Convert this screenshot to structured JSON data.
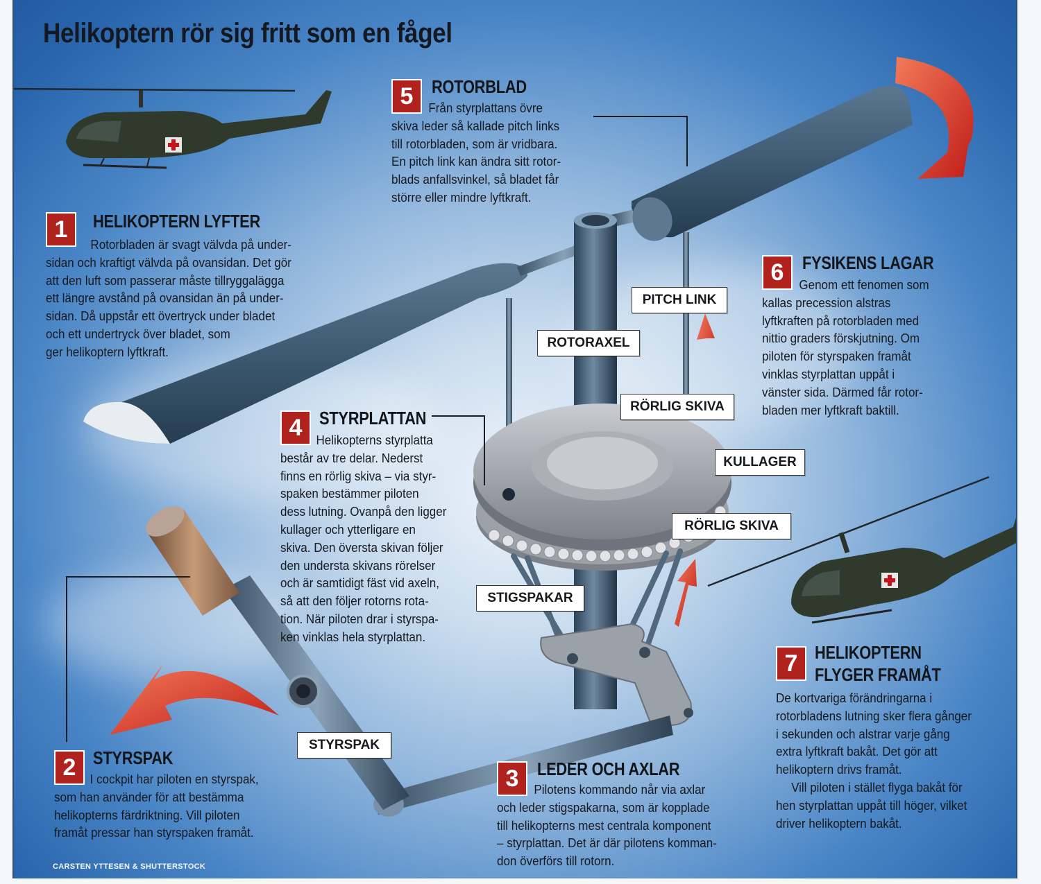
{
  "title": "Helikoptern rör sig fritt som en fågel",
  "sections": [
    {
      "number": "1",
      "title": "HELIKOPTERN LYFTER",
      "lines": [
        "Rotorbladen är svagt välvda på under-",
        "sidan och kraftigt välvda på ovansidan. Det gör",
        "att den luft som passerar måste tillryggalägga",
        "ett längre avstånd på ovansidan än på under-",
        "sidan. Då uppstår ett övertryck under bladet",
        "och ett undertryck över bladet, som",
        "ger helikoptern lyftkraft."
      ]
    },
    {
      "number": "2",
      "title": "STYRSPAK",
      "lines": [
        "I cockpit har piloten en styrspak,",
        "som han använder för att bestämma",
        "helikopterns färdriktning. Vill piloten",
        "framåt pressar han styrspaken framåt."
      ]
    },
    {
      "number": "3",
      "title": "LEDER OCH AXLAR",
      "lines": [
        "Pilotens kommando når via axlar",
        "och leder stigspakarna, som är kopplade",
        "till helikopterns mest centrala komponent",
        "– styrplattan. Det är där pilotens komman-",
        "don överförs till rotorn."
      ]
    },
    {
      "number": "4",
      "title": "STYRPLATTAN",
      "lines": [
        "Helikopterns styrplatta",
        "består av tre delar. Nederst",
        "finns en rörlig skiva – via styr-",
        "spaken bestämmer piloten",
        "dess lutning. Ovanpå den ligger",
        "kullager och ytterligare en",
        "skiva. Den översta skivan följer",
        "den understa skivans rörelser",
        "och är samtidigt fäst vid axeln,",
        "så att den följer rotorns rota-",
        "tion. När piloten drar i styrspa-",
        "ken vinklas hela styrplattan."
      ]
    },
    {
      "number": "5",
      "title": "ROTORBLAD",
      "lines": [
        "Från styrplattans övre",
        "skiva leder så kallade pitch links",
        "till rotorbladen, som är vridbara.",
        "En pitch link kan ändra sitt rotor-",
        "blads anfallsvinkel, så bladet får",
        "större eller mindre lyftkraft."
      ]
    },
    {
      "number": "6",
      "title": "FYSIKENS LAGAR",
      "lines": [
        "Genom ett fenomen som",
        "kallas precession alstras",
        "lyftkraften på rotorbladen med",
        "nittio graders förskjutning. Om",
        "piloten för styrspaken framåt",
        "vinklas styrplattan uppåt i",
        "vänster sida. Därmed får rotor-",
        "bladen mer lyftkraft baktill."
      ]
    },
    {
      "number": "7",
      "title_lines": [
        "HELIKOPTERN",
        "FLYGER FRAMÅT"
      ],
      "lines": [
        "De kortvariga förändringarna i",
        "rotorbladens lutning sker flera gånger",
        "i sekunden och alstrar varje gång",
        "extra lyftkraft bakåt. Det gör att",
        "helikoptern drivs framåt.",
        "Vill piloten i stället flyga bakåt för",
        "hen styrplattan uppåt till höger, vilket",
        "driver helikoptern bakåt."
      ]
    }
  ],
  "labels": {
    "pitch_link": "PITCH LINK",
    "rotoraxel": "ROTORAXEL",
    "rorlig_skiva_top": "RÖRLIG SKIVA",
    "kullager": "KULLAGER",
    "rorlig_skiva_bottom": "RÖRLIG SKIVA",
    "stigspakar": "STIGSPAKAR",
    "styrspak": "STYRSPAK"
  },
  "credit": "CARSTEN YTTESEN & SHUTTERSTOCK",
  "colors": {
    "number_box": "#b0221e",
    "arrow_red": "#d9342a",
    "sky_dark": "#235aa0",
    "metal": "#3e5a74"
  }
}
